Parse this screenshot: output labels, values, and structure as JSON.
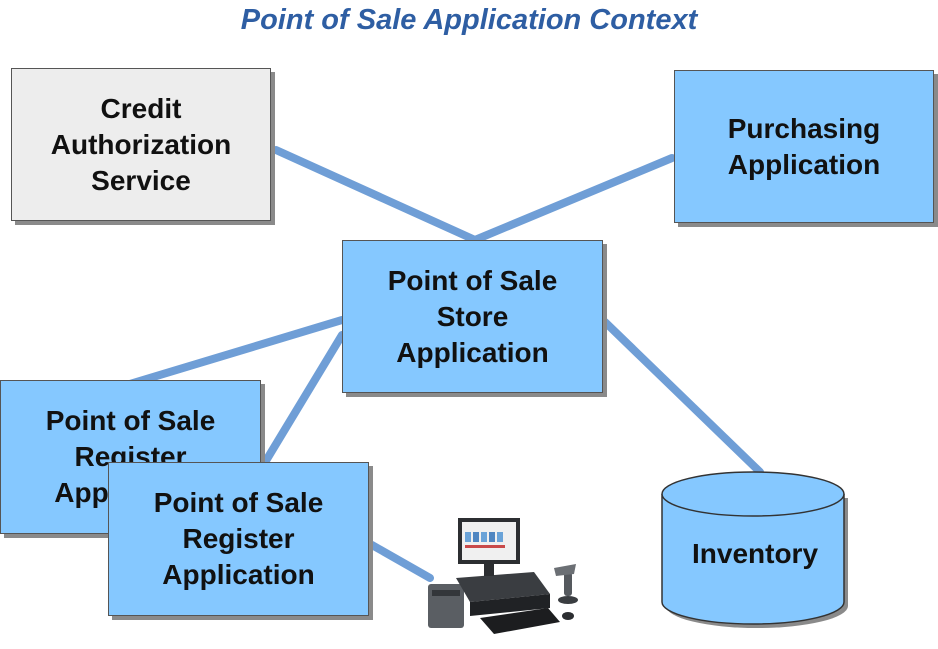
{
  "diagram": {
    "title": "Point of Sale Application Context",
    "nodes": {
      "credit": "Credit\nAuthorization\nService",
      "purchasing": "Purchasing\nApplication",
      "store": "Point of Sale\nStore\nApplication",
      "register_back": "Point of Sale\nRegister\nApplication",
      "register_front": "Point of Sale\nRegister\nApplication",
      "inventory": "Inventory"
    },
    "edges": [
      [
        "credit",
        "store"
      ],
      [
        "purchasing",
        "store"
      ],
      [
        "store",
        "register_back"
      ],
      [
        "store",
        "register_front"
      ],
      [
        "store",
        "inventory"
      ],
      [
        "register_front",
        "pos-terminal"
      ]
    ],
    "icons": [
      "pos-terminal-icon",
      "database-cylinder-icon"
    ]
  },
  "colors": {
    "title": "#2e5ea3",
    "box_blue": "#85c8ff",
    "box_gray": "#ededed",
    "connector": "#6f9ed6"
  }
}
